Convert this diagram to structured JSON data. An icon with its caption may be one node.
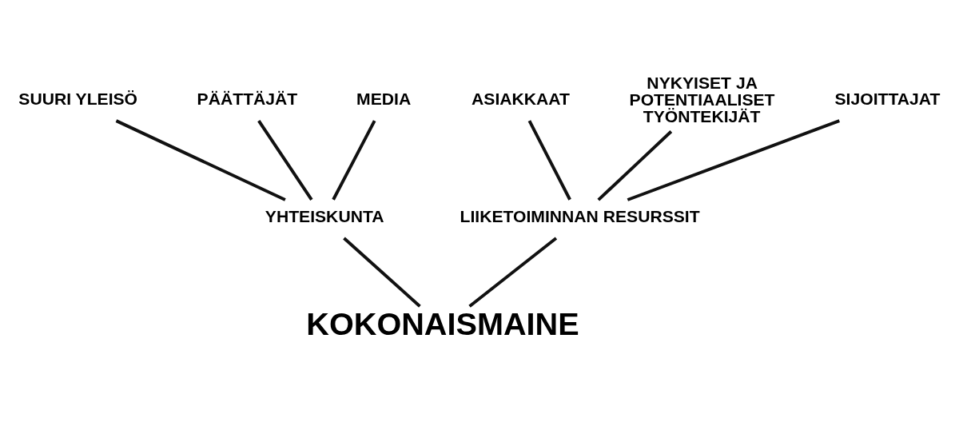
{
  "diagram": {
    "nodes": [
      {
        "text": [
          "SUURI YLEISÖ"
        ]
      },
      {
        "text": [
          "PÄÄTTÄJÄT"
        ]
      },
      {
        "text": [
          "MEDIA"
        ]
      },
      {
        "text": [
          "ASIAKKAAT"
        ]
      },
      {
        "text": [
          "NYKYISET JA POTENTIAALISET TYÖNTEKIJÄT"
        ]
      },
      {
        "text": [
          "SIJOITTAJAT"
        ]
      },
      {
        "text": [
          "YHTEISKUNTA"
        ]
      },
      {
        "text": [
          "LIIKETOIMINNAN RESURSSIT"
        ]
      },
      {
        "text": [
          "KOKONAISMAINE"
        ]
      }
    ],
    "edges": [
      {
        "from": 0,
        "to": 6,
        "arrow": "none"
      },
      {
        "from": 1,
        "to": 6,
        "arrow": "none"
      },
      {
        "from": 2,
        "to": 6,
        "arrow": "none"
      },
      {
        "from": 3,
        "to": 7,
        "arrow": "none"
      },
      {
        "from": 4,
        "to": 7,
        "arrow": "none"
      },
      {
        "from": 5,
        "to": 7,
        "arrow": "none"
      },
      {
        "from": 6,
        "to": 8,
        "arrow": "none"
      },
      {
        "from": 7,
        "to": 8,
        "arrow": "none"
      }
    ]
  }
}
